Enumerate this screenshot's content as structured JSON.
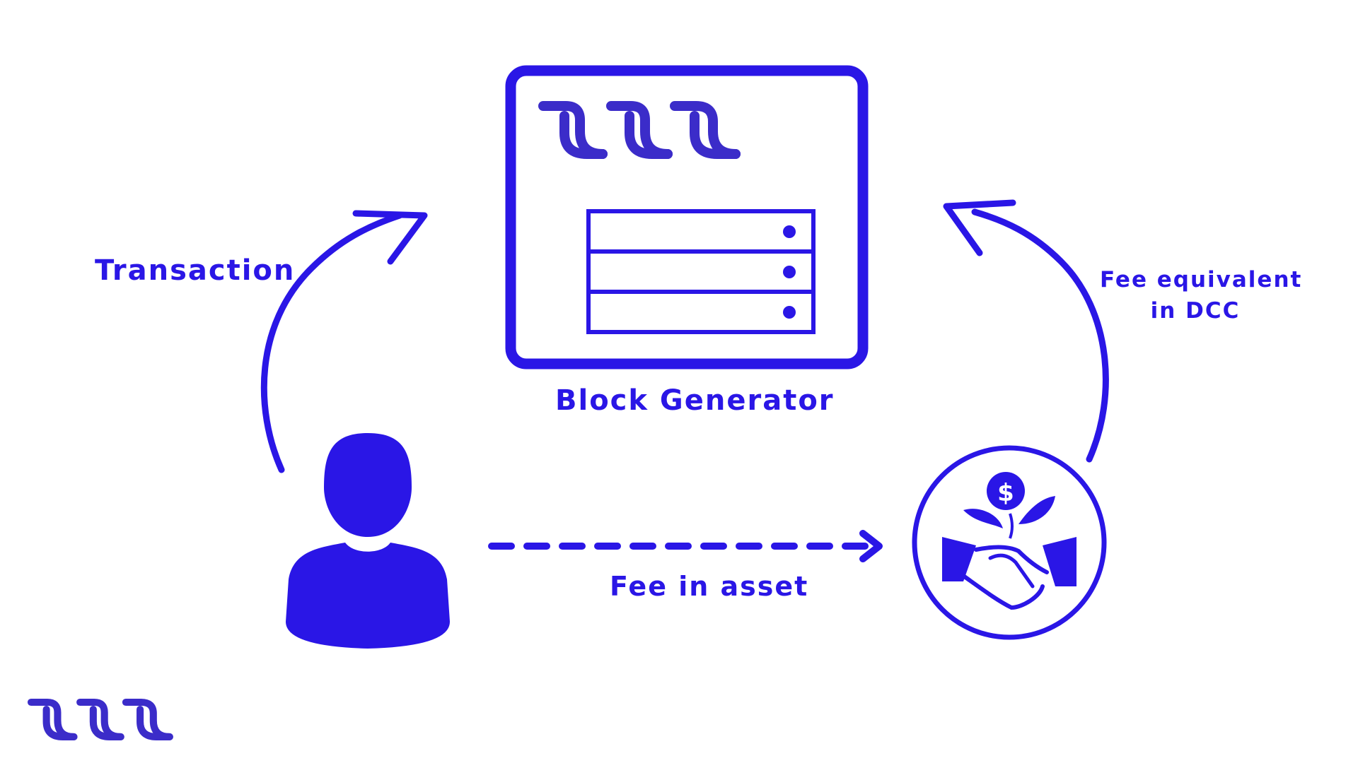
{
  "colors": {
    "primary": "#2a16e6",
    "logo": "#3b2cc9",
    "background": "#ffffff"
  },
  "labels": {
    "transaction": "Transaction",
    "block_generator": "Block Generator",
    "fee_in_asset": "Fee in asset",
    "fee_equivalent_line1": "Fee equivalent",
    "fee_equivalent_line2": "in DCC"
  },
  "icons": [
    "dcc-logo-icon",
    "server-rack-icon",
    "user-silhouette-icon",
    "handshake-money-plant-icon",
    "curved-arrow-icon",
    "dashed-arrow-icon"
  ]
}
